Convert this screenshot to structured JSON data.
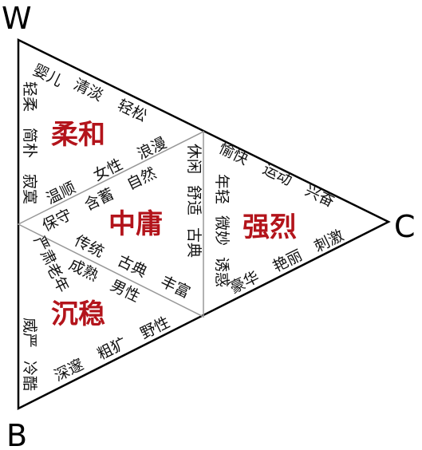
{
  "diagram": {
    "vertices": {
      "w": "W",
      "c": "C",
      "b": "B"
    },
    "regions": {
      "rouhe": "柔和",
      "zhongyong": "中庸",
      "qianglie": "强烈",
      "chenwen": "沉稳"
    },
    "words": {
      "w1": "婴儿",
      "w2": "清淡",
      "w3": "轻松",
      "w4": "轻柔",
      "w5": "简朴",
      "w6": "寂寞",
      "w7": "温顺",
      "w8": "女性",
      "w9": "浪漫",
      "w10": "保守",
      "w11": "含蓄",
      "w12": "自然",
      "m1": "休闲",
      "m2": "舒适",
      "m3": "古典",
      "m4": "传统",
      "m5": "古典",
      "m6": "丰富",
      "m7": "成熟",
      "m8": "男性",
      "c1": "愉快",
      "c2": "运动",
      "c3": "兴奋",
      "c4": "年轻",
      "c5": "微妙",
      "c6": "诱惑",
      "c7": "豪华",
      "c8": "艳丽",
      "c9": "刺激",
      "b1": "严肃",
      "b2": "老年",
      "b3": "威严",
      "b4": "冷酷",
      "b5": "深邃",
      "b6": "粗犷",
      "b7": "野性"
    },
    "colors": {
      "accent": "#b3141b",
      "outline": "#000000",
      "divider": "#999999"
    }
  }
}
